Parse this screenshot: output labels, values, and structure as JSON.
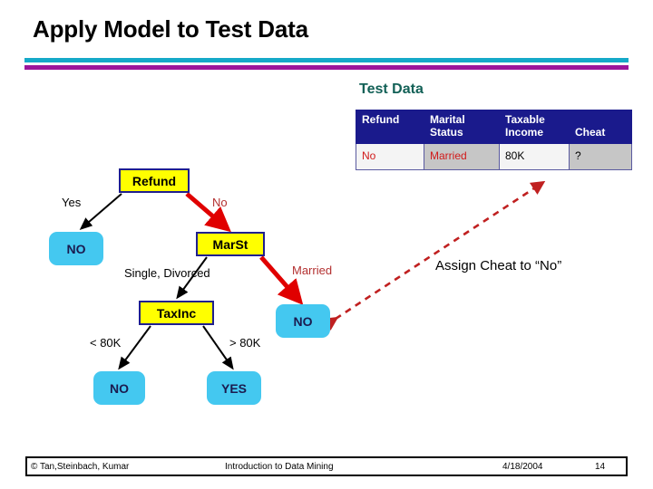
{
  "slide": {
    "title": "Apply Model to Test Data",
    "accent_cyan": "#15a9c8",
    "accent_purple": "#9b169b"
  },
  "test_data": {
    "caption": "Test Data",
    "caption_color": "#136157",
    "columns": [
      "Refund",
      "Marital Status",
      "Taxable Income",
      "Cheat"
    ],
    "rows": [
      {
        "refund": "No",
        "marital_status": "Married",
        "taxable_income": "80K",
        "cheat": "?"
      }
    ]
  },
  "tree": {
    "nodes": {
      "refund": "Refund",
      "marst": "MarSt",
      "taxinc": "TaxInc",
      "leaf_no_refund": "NO",
      "leaf_no_married": "NO",
      "leaf_no_low": "NO",
      "leaf_yes_high": "YES"
    },
    "edge_labels": {
      "yes": "Yes",
      "no": "No",
      "single_divorced": "Single, Divorced",
      "married": "Married",
      "lt_80k": "< 80K",
      "gt_80k": "> 80K"
    },
    "colors": {
      "internal_fill": "#ffff00",
      "internal_border": "#1f1f8f",
      "leaf_fill": "#44c8f0",
      "highlight_path": "#e00000",
      "annotation_link": "#c02020"
    }
  },
  "annotation": {
    "assign_text": "Assign Cheat to “No”"
  },
  "footer": {
    "credit": "© Tan,Steinbach, Kumar",
    "course": "Introduction to Data Mining",
    "date": "4/18/2004",
    "page": "14"
  }
}
